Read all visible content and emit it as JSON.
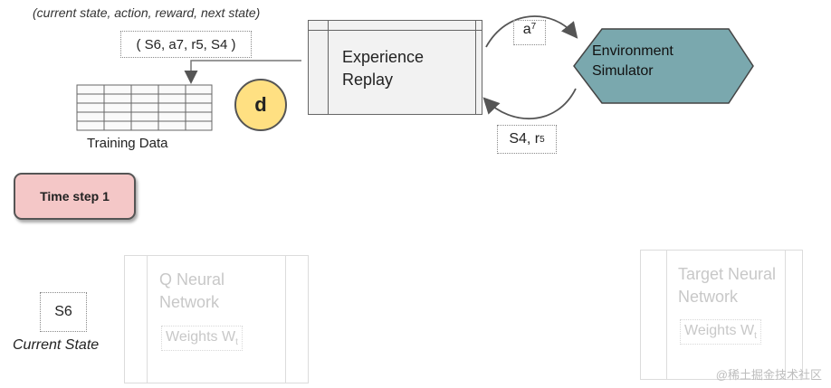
{
  "tuple_caption": "(current state, action, reward, next state)",
  "tuple_value": "( S6, a7, r5, S4 )",
  "training_data_label": "Training Data",
  "badge_letter": "d",
  "experience_replay": {
    "line1": "Experience",
    "line2": "Replay"
  },
  "environment_simulator": {
    "line1": "Environment",
    "line2": "Simulator"
  },
  "action": {
    "symbol": "a",
    "subscript": "7"
  },
  "observation": {
    "state": "S4, r",
    "subscript": "5"
  },
  "time_step_button": "Time step 1",
  "current_state": {
    "value": "S6",
    "label": "Current State"
  },
  "q_network": {
    "line1": "Q Neural",
    "line2": "Network",
    "weights": "Weights W",
    "weights_sub": "t"
  },
  "target_network": {
    "line1": "Target Neural",
    "line2": "Network",
    "weights": "Weights W",
    "weights_sub": "t"
  },
  "watermark": "@稀土掘金技术社区",
  "colors": {
    "badge": "#ffe082",
    "env_hex": "#7aa8ae",
    "time_step_fill": "#f4c7c7",
    "er_fill": "#f2f2f2"
  }
}
